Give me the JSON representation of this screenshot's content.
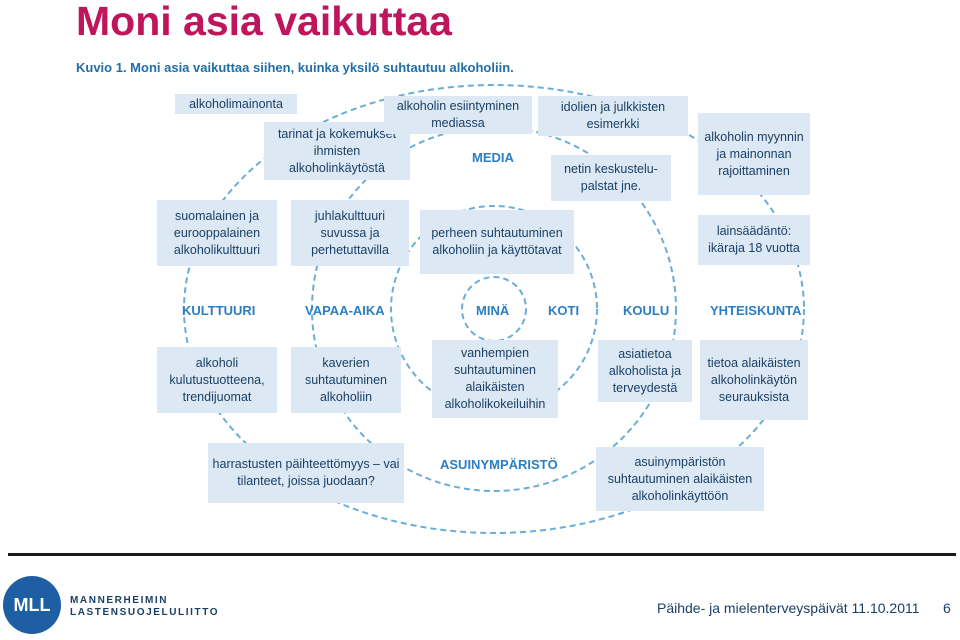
{
  "title": "Moni asia vaikuttaa",
  "caption": "Kuvio 1. Moni asia vaikuttaa siihen, kuinka yksilö suhtautuu alkoholiin.",
  "diagram": {
    "boxes": {
      "alkoholimainonta": "alkoholimainonta",
      "tarinat": "tarinat ja kokemukset ihmisten alkoholinkäytöstä",
      "media_esiintyminen": "alkoholin esiintyminen mediassa",
      "idolit": "idolien ja julkkisten esimerkki",
      "netti": "netin keskustelu-palstat jne.",
      "myynti": "alkoholin myynnin ja mainonnan rajoittaminen",
      "suomalainen": "suomalainen ja eurooppalainen alkoholikulttuuri",
      "juhla": "juhlakulttuuri suvussa ja perhetuttavilla",
      "perhe": "perheen suhtautuminen alkoholiin ja käyttötavat",
      "lainsaadanto": "lainsäädäntö: ikäraja 18 vuotta",
      "kulutus": "alkoholi kulutustuotteena, trendijuomat",
      "kaverit": "kaverien suhtautuminen alkoholiin",
      "vanhemmat": "vanhempien suhtautuminen alaikäisten alkoholikokeiluihin",
      "asiatieto": "asiatietoa alkoholista ja terveydestä",
      "tietoa": "tietoa alaikäisten alkoholinkäytön seurauksista",
      "harrastus": "harrastusten päihteettömyys – vai tilanteet, joissa juodaan?",
      "asuinymp": "asuinympäristön suhtautuminen alaikäisten alkoholinkäyttöön"
    },
    "labels": {
      "media": "MEDIA",
      "kulttuuri": "KULTTUURI",
      "vapaa_aika": "VAPAA-AIKA",
      "mina": "MINÄ",
      "koti": "KOTI",
      "koulu": "KOULU",
      "yhteiskunta": "YHTEISKUNTA",
      "asuinymparisto": "ASUINYMPÄRISTÖ"
    }
  },
  "footer": {
    "org_line1": "MANNERHEIMIN",
    "org_line2": "LASTENSUOJELULIITTO",
    "logo_text": "MLL",
    "event": "Päihde- ja mielenterveyspäivät 11.10.2011",
    "page": "6"
  },
  "colors": {
    "title": "#c0155c",
    "caption": "#1f6fa8",
    "box_bg": "#dce9f4",
    "box_text": "#1a3f66",
    "label": "#2a7ec4",
    "ring": "#6aaed8",
    "logo": "#1e5fa3"
  }
}
